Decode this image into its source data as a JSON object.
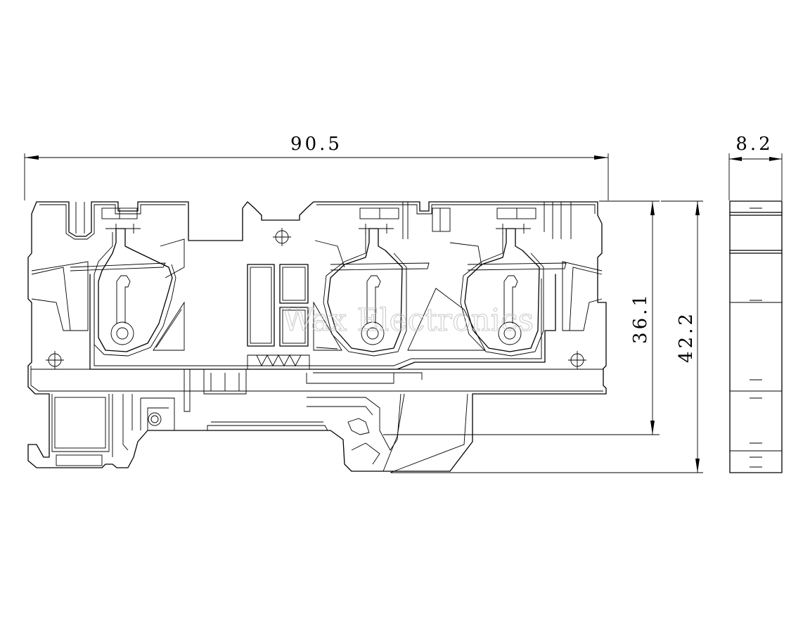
{
  "dimensions": {
    "overall_length": "90.5",
    "width": "8.2",
    "height_to_rail": "36.1",
    "overall_height": "42.2"
  },
  "watermark": "Wax Electronics",
  "colors": {
    "line": "#000000",
    "watermark": "#bfbfbf",
    "background": "#ffffff"
  }
}
